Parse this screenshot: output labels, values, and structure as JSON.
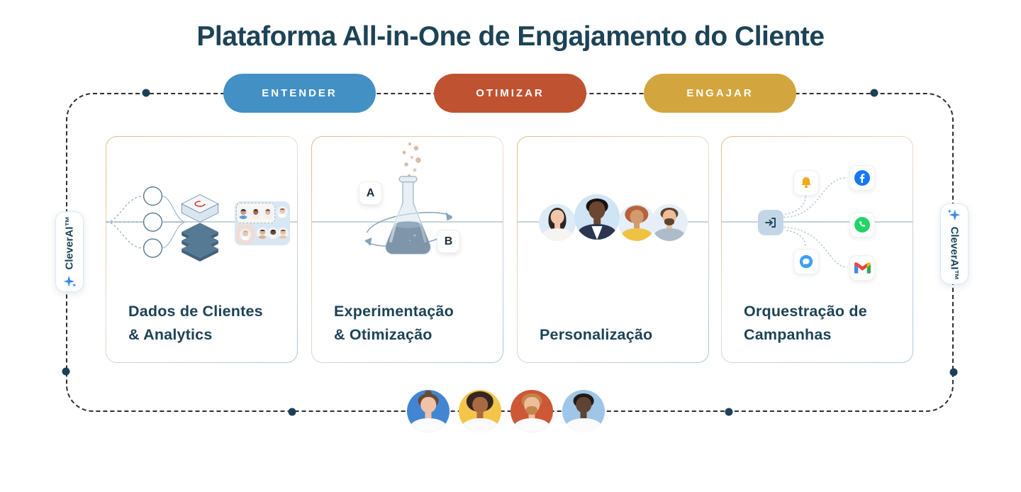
{
  "title": "Plataforma All-in-One de Engajamento do Cliente",
  "stages": [
    {
      "label": "ENTENDER",
      "color": "#4390c4"
    },
    {
      "label": "OTIMIZAR",
      "color": "#bf5231"
    },
    {
      "label": "ENGAJAR",
      "color": "#d3a53e"
    }
  ],
  "brand": {
    "label": "CleverAI™",
    "icon": "sparkle-icon"
  },
  "cards": [
    {
      "id": "customer-data",
      "title_line1": "Dados de Clientes",
      "title_line2": "& Analytics",
      "illustration": "profile-funnel-stack-and-segments"
    },
    {
      "id": "experimentation",
      "title_line1": "Experimentação",
      "title_line2": "& Otimização",
      "illustration": "ab-test-flask",
      "variant_labels": {
        "a": "A",
        "b": "B"
      }
    },
    {
      "id": "personalization",
      "title_line1": "Personalização",
      "title_line2": "",
      "illustration": "customer-avatars"
    },
    {
      "id": "campaign-orchestration",
      "title_line1": "Orquestração de",
      "title_line2": "Campanhas",
      "illustration": "channel-routing",
      "source_icon": "entry-icon",
      "channels": [
        "push-bell-icon",
        "facebook-icon",
        "whatsapp-icon",
        "chat-icon",
        "gmail-icon"
      ]
    }
  ],
  "audience_row": {
    "avatars": [
      "woman-with-bun-and-glasses",
      "woman-with-afro",
      "man-with-beard-and-glasses",
      "man-in-white-shirt"
    ]
  },
  "colors": {
    "title_text": "#1d4356",
    "frame_dash": "#2e2e2e",
    "node_dot": "#1d4057",
    "card_border_start": "#e3bd8b",
    "card_border_end": "#a9c7e3",
    "connector_line": "#c6d4de",
    "bell_yellow": "#f5a816",
    "chat_blue": "#3aa0f8",
    "facebook_blue": "#1877f2",
    "whatsapp_green": "#25d366",
    "gmail_palette": [
      "#4285f4",
      "#ea4335",
      "#fbbc04",
      "#34a853"
    ],
    "audience_avatar_bg": [
      "#4285d3",
      "#f3c64a",
      "#cd5737",
      "#9fc6e8"
    ]
  }
}
